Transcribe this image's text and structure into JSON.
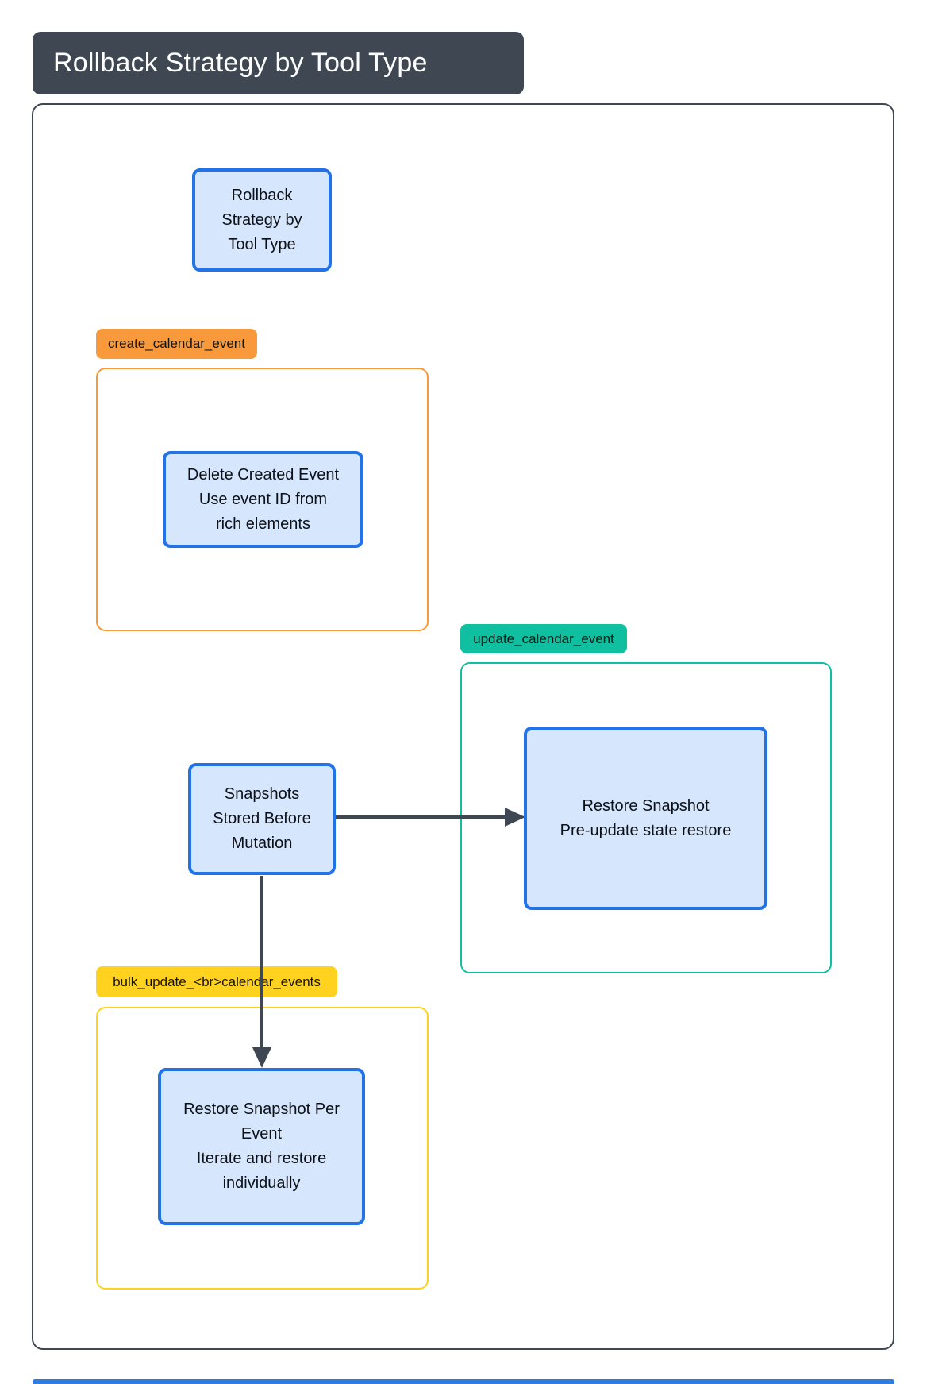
{
  "header": {
    "title": "Rollback Strategy by Tool Type"
  },
  "diagram": {
    "root_node": {
      "label": "Rollback\nStrategy by\nTool Type"
    },
    "snapshot_node": {
      "label": "Snapshots\nStored Before\nMutation"
    },
    "groups": {
      "create": {
        "label": "create_calendar_event",
        "color": "#f8993c",
        "node": {
          "label": "Delete Created Event\nUse event ID from\nrich elements"
        }
      },
      "update": {
        "label": "update_calendar_event",
        "color": "#0fbf9f",
        "node": {
          "label": "Restore Snapshot\nPre-update state restore"
        }
      },
      "bulk": {
        "label": "bulk_update_<br>calendar_events",
        "color": "#ffd21f",
        "node": {
          "label": "Restore Snapshot Per\nEvent\nIterate and restore\nindividually"
        }
      }
    },
    "colors": {
      "node_fill": "#d6e6fd",
      "node_border": "#2273e8",
      "slate": "#3f4753",
      "bottom_bar": "#2f7de2"
    }
  }
}
